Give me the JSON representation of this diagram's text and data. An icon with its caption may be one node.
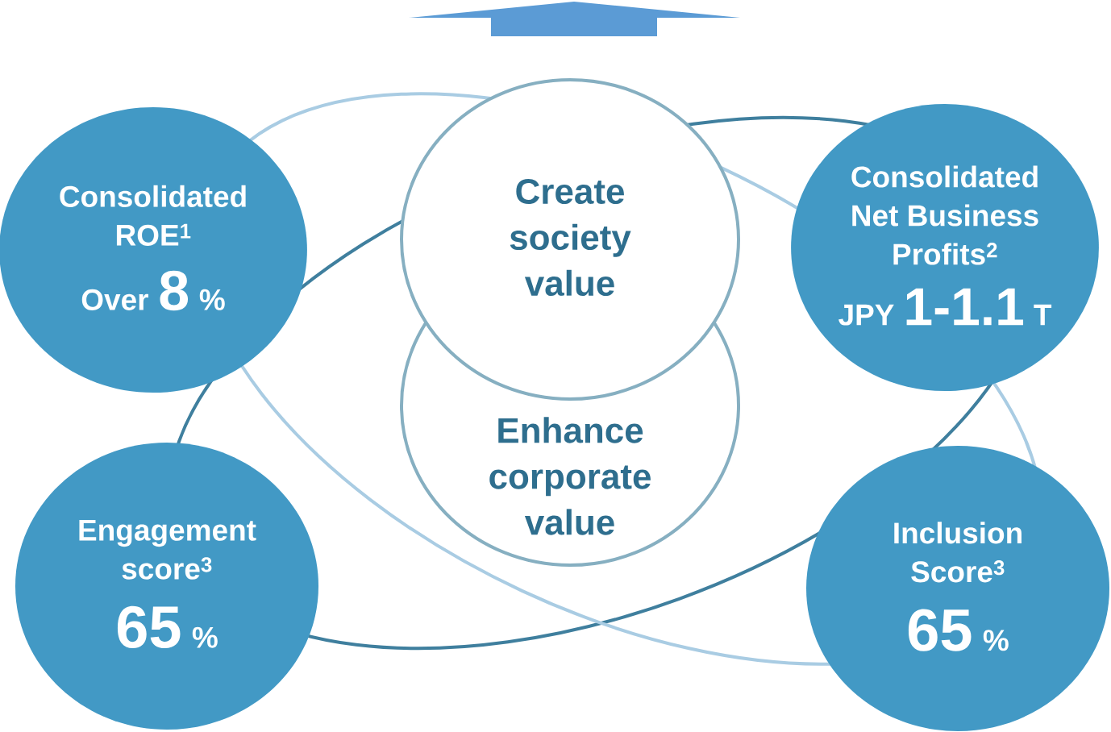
{
  "diagram": {
    "nodes": [
      {
        "text": [
          "Consolidated ROE$^{1}$",
          "Over",
          "8",
          "%"
        ]
      },
      {
        "text": [
          "Create society value"
        ]
      },
      {
        "text": [
          "Consolidated Net Business Profits$^{2}$",
          "JPY",
          "1-1.1",
          "T"
        ]
      },
      {
        "text": [
          "Enhance corporate value"
        ]
      },
      {
        "text": [
          "Engagement score$^{3}$",
          "65",
          "%"
        ]
      },
      {
        "text": [
          "Inclusion Score$^{3}$",
          "65",
          "%"
        ]
      }
    ]
  }
}
